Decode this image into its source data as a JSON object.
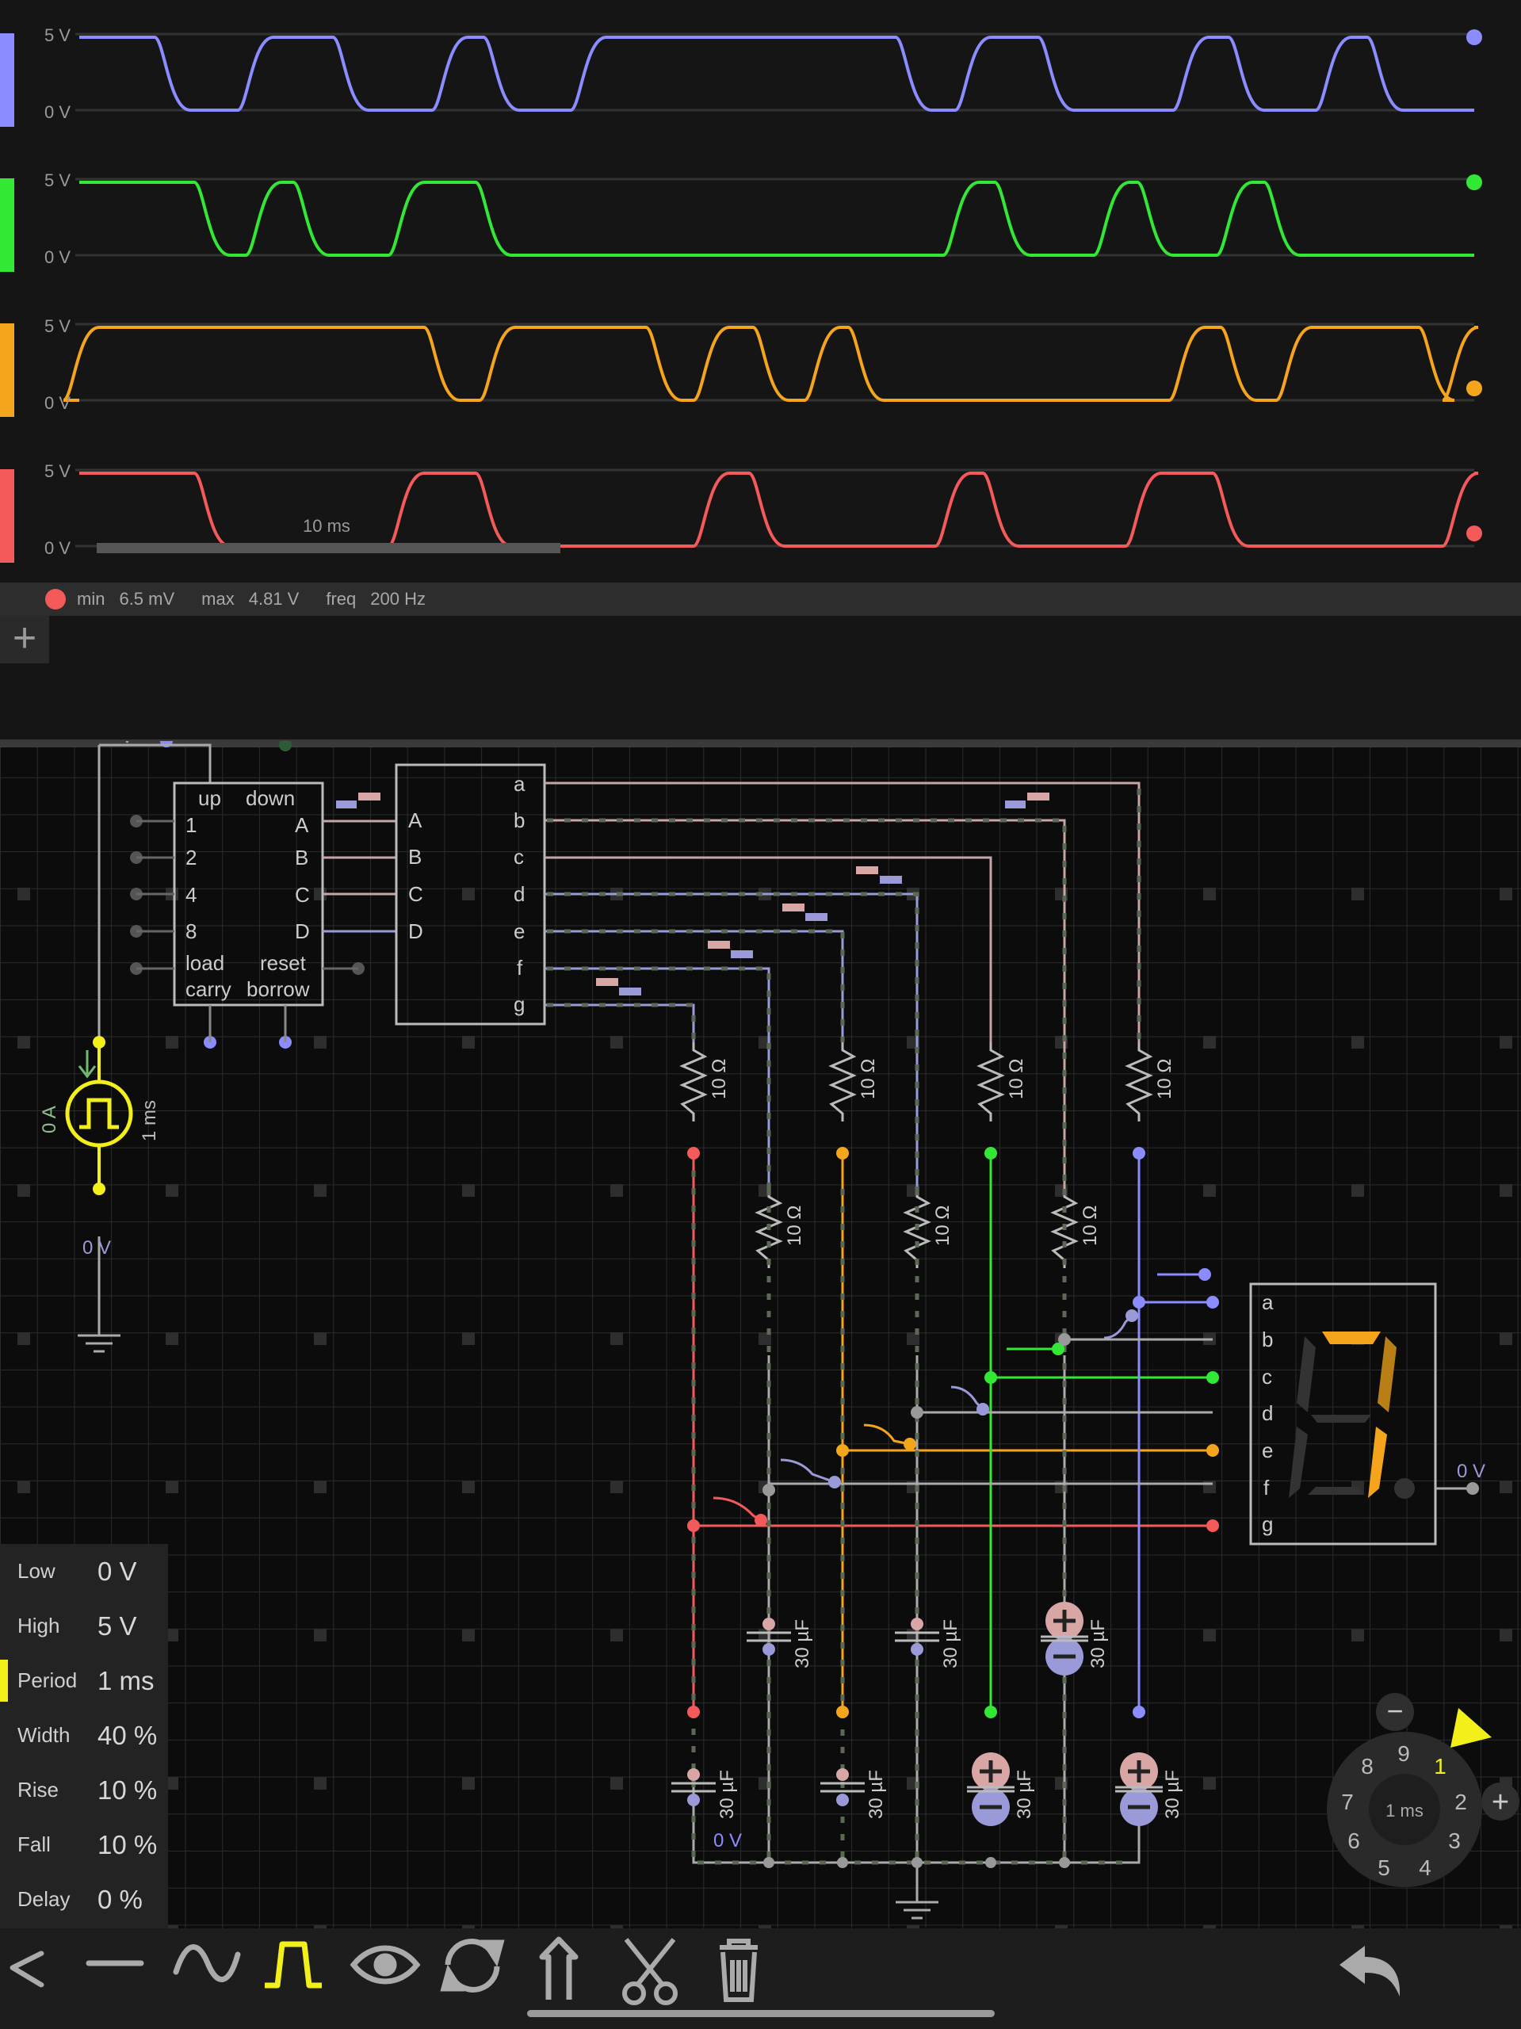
{
  "scope": {
    "channels": [
      {
        "color": "#8a8cff",
        "label_top": "5 V",
        "label_bottom": "0 V"
      },
      {
        "color": "#33e835",
        "label_top": "5 V",
        "label_bottom": "0 V"
      },
      {
        "color": "#f5a51c",
        "label_top": "5 V",
        "label_bottom": "0 V"
      },
      {
        "color": "#f45a5a",
        "label_top": "5 V",
        "label_bottom": "0 V"
      }
    ],
    "timebase": "10 ms"
  },
  "stats": {
    "min_label": "min",
    "min_value": "6.5 mV",
    "max_label": "max",
    "max_value": "4.81 V",
    "freq_label": "freq",
    "freq_value": "200 Hz",
    "dot_color": "#f45a5a"
  },
  "add_trace_label": "+",
  "circuit": {
    "counter": {
      "up": "up",
      "down": "down",
      "inputs": [
        "1",
        "2",
        "4",
        "8",
        "load"
      ],
      "outputs": [
        "A",
        "B",
        "C",
        "D",
        "reset"
      ],
      "carry": "carry",
      "borrow": "borrow"
    },
    "decoder": {
      "inputs": [
        "A",
        "B",
        "C",
        "D"
      ],
      "outputs": [
        "a",
        "b",
        "c",
        "d",
        "e",
        "f",
        "g"
      ]
    },
    "display": {
      "inputs": [
        "a",
        "b",
        "c",
        "d",
        "e",
        "f",
        "g"
      ],
      "ground": "0 V"
    },
    "source": {
      "current": "0 A",
      "period": "1 ms",
      "ground": "0 V"
    },
    "resistor_label": "10 Ω",
    "capacitor_label": "30 µF",
    "cap_ground": "0 V"
  },
  "params": [
    {
      "label": "Low",
      "value": "0 V"
    },
    {
      "label": "High",
      "value": "5 V"
    },
    {
      "label": "Period",
      "value": "1 ms",
      "selected": true
    },
    {
      "label": "Width",
      "value": "40 %"
    },
    {
      "label": "Rise",
      "value": "10 %"
    },
    {
      "label": "Fall",
      "value": "10 %"
    },
    {
      "label": "Delay",
      "value": "0 %"
    }
  ],
  "dial": {
    "center": "1 ms",
    "numbers": [
      "9",
      "1",
      "2",
      "3",
      "4",
      "5",
      "6",
      "7",
      "8"
    ],
    "selected": "1",
    "minus": "−",
    "plus": "+"
  },
  "toolbar": {
    "icons": [
      "back-icon",
      "wire-icon",
      "sine-icon",
      "pulse-icon",
      "eye-icon",
      "rotate-icon",
      "flip-icon",
      "cut-icon",
      "trash-icon",
      "undo-icon"
    ]
  }
}
